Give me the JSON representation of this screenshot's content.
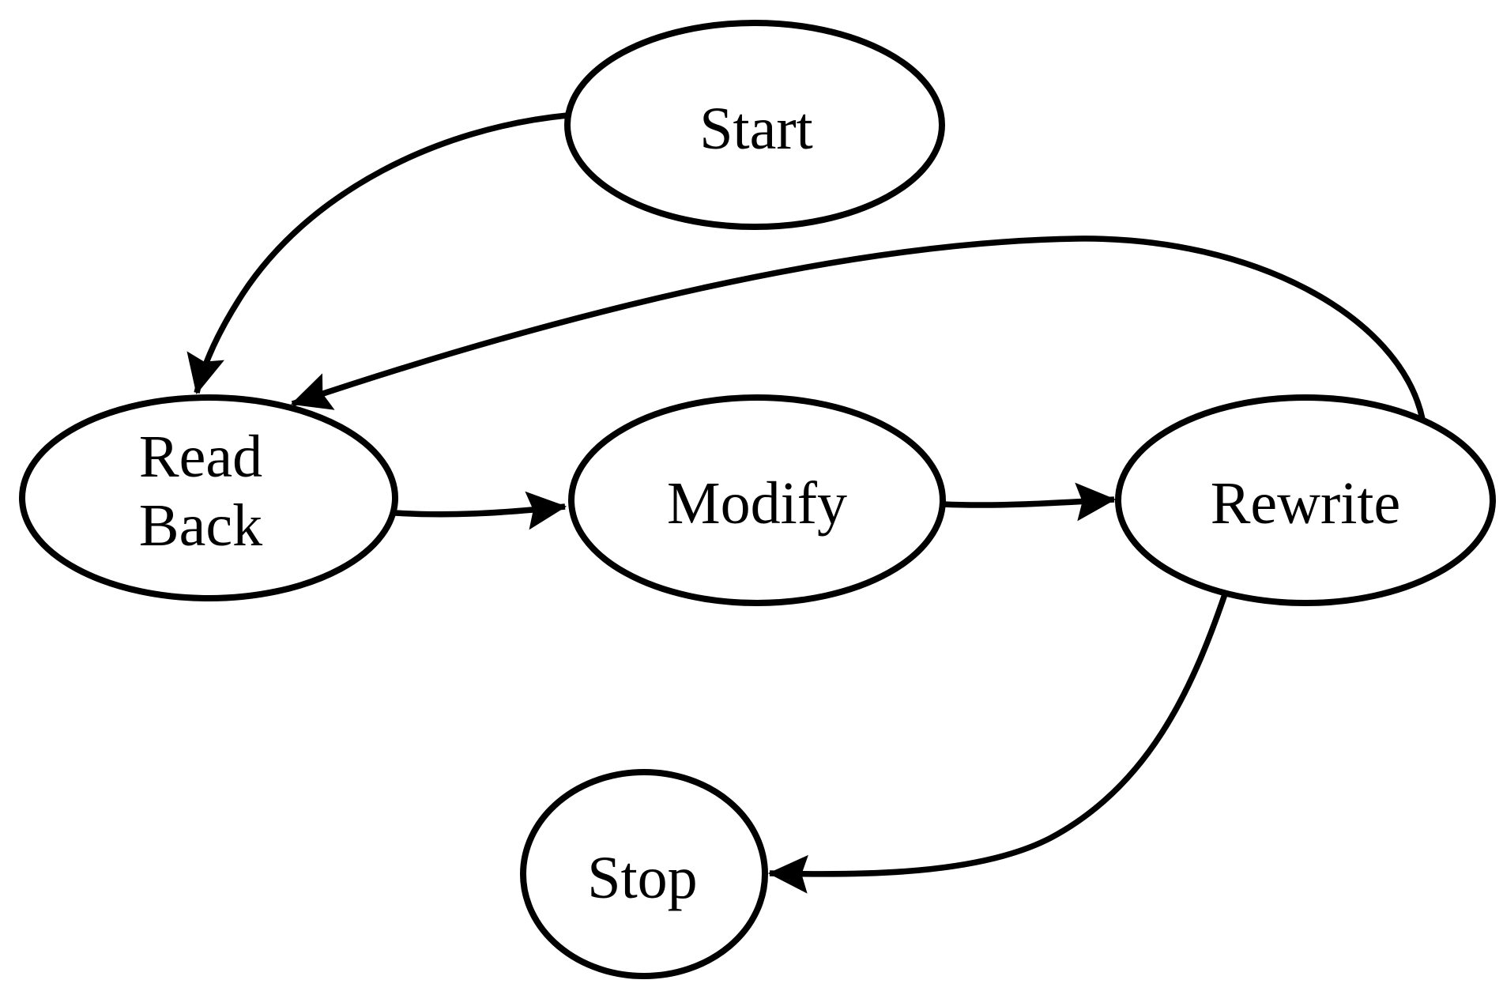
{
  "diagram": {
    "kind": "state-flow-diagram",
    "background_color": "#ffffff",
    "line_color": "#000000",
    "node_fill_color": "#ffffff",
    "nodes": {
      "start": {
        "label": "Start"
      },
      "read_back": {
        "label": "Read Back",
        "line1": "Read",
        "line2": "Back"
      },
      "modify": {
        "label": "Modify"
      },
      "rewrite": {
        "label": "Rewrite"
      },
      "stop": {
        "label": "Stop"
      }
    },
    "edges": [
      {
        "from": "Start",
        "to": "Read Back"
      },
      {
        "from": "Read Back",
        "to": "Modify"
      },
      {
        "from": "Modify",
        "to": "Rewrite"
      },
      {
        "from": "Rewrite",
        "to": "Read Back"
      },
      {
        "from": "Rewrite",
        "to": "Stop"
      }
    ]
  }
}
